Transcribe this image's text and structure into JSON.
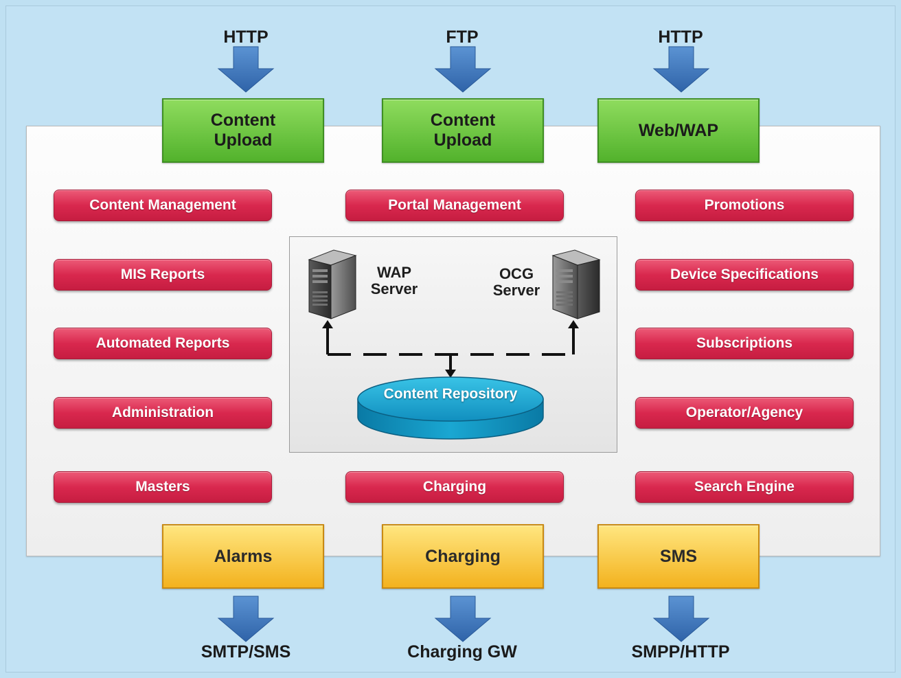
{
  "inputs": [
    {
      "protocol": "HTTP",
      "box": "Content\nUpload"
    },
    {
      "protocol": "FTP",
      "box": "Content\nUpload"
    },
    {
      "protocol": "HTTP",
      "box": "Web/WAP"
    }
  ],
  "modules_left": [
    "Content Management",
    "MIS Reports",
    "Automated Reports",
    "Administration",
    "Masters"
  ],
  "modules_center": [
    "Portal Management",
    "Charging"
  ],
  "modules_right": [
    "Promotions",
    "Device Specifications",
    "Subscriptions",
    "Operator/Agency",
    "Search Engine"
  ],
  "servers": {
    "wap": "WAP\nServer",
    "ocg": "OCG\nServer",
    "repository": "Content Repository"
  },
  "outputs": [
    {
      "box": "Alarms",
      "protocol": "SMTP/SMS"
    },
    {
      "box": "Charging",
      "protocol": "Charging GW"
    },
    {
      "box": "SMS",
      "protocol": "SMPP/HTTP"
    }
  ],
  "colors": {
    "background": "#c2e2f4",
    "arrow": "#3f79be",
    "input_box": "#6cc640",
    "module": "#d9284e",
    "output_box": "#f8c83a",
    "repository": "#1aa0c8"
  }
}
